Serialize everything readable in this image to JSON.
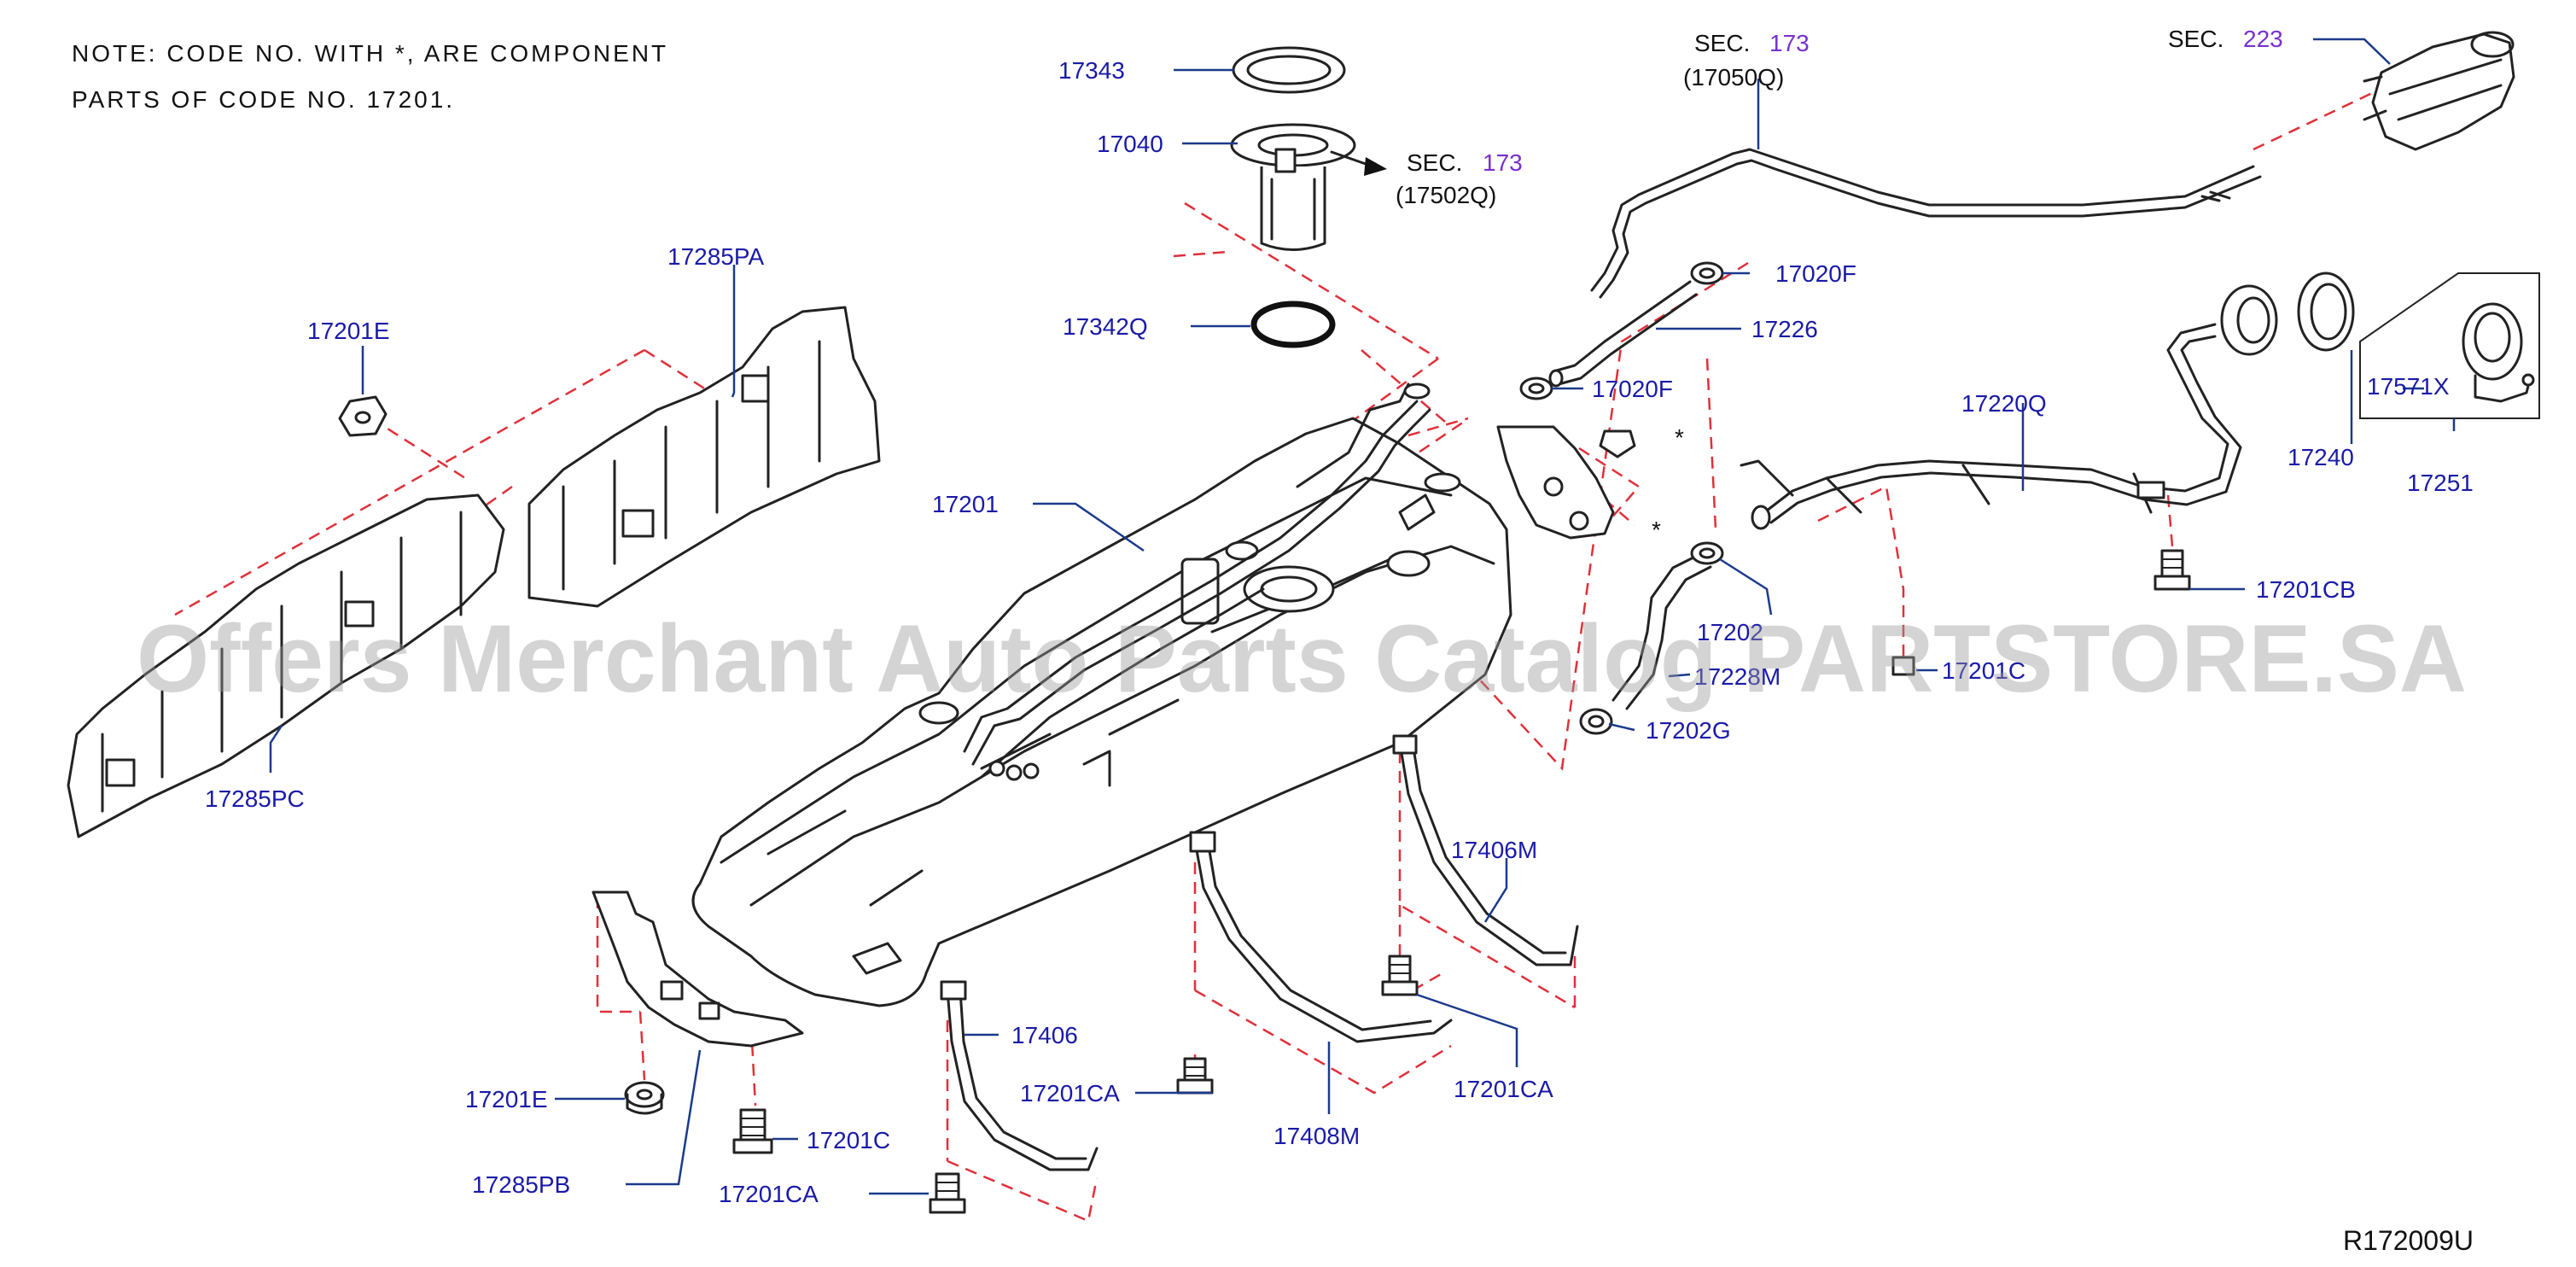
{
  "note": {
    "line1": "NOTE:  CODE  NO.  WITH  *,  ARE  COMPONENT",
    "line2": "PARTS  OF  CODE  NO.  17201."
  },
  "sections": {
    "sec_word": "SEC.",
    "sec173_top_num": "173",
    "sec173_top_sub": "(17050Q)",
    "sec223_num": "223",
    "sec173_mid_num": "173",
    "sec173_mid_sub": "(17502Q)"
  },
  "labels": {
    "p17343": "17343",
    "p17040": "17040",
    "p17342Q": "17342Q",
    "p17285PA": "17285PA",
    "p17201E_top": "17201E",
    "p17201": "17201",
    "p17285PC": "17285PC",
    "p17020F_top": "17020F",
    "p17226": "17226",
    "p17020F_mid": "17020F",
    "p17220Q": "17220Q",
    "p17571X": "17571X",
    "p17240": "17240",
    "p17251": "17251",
    "p17201CB": "17201CB",
    "p17202_partial": "17202",
    "p17228M_partial": "17228M",
    "p17201C_right": "17201C",
    "p17202G": "17202G",
    "p17406M": "17406M",
    "p17406": "17406",
    "p17201CA_mid": "17201CA",
    "p17201CA_right": "17201CA",
    "p17408M": "17408M",
    "p17201E_bottom": "17201E",
    "p17201C_bottom": "17201C",
    "p17285PB": "17285PB",
    "p17201CA_bottom": "17201CA"
  },
  "asterisks": {
    "a1": "*",
    "a2": "*"
  },
  "watermark": "Offers Merchant Auto Parts Catalog PARTSTORE.SA",
  "reference_code": "R172009U"
}
